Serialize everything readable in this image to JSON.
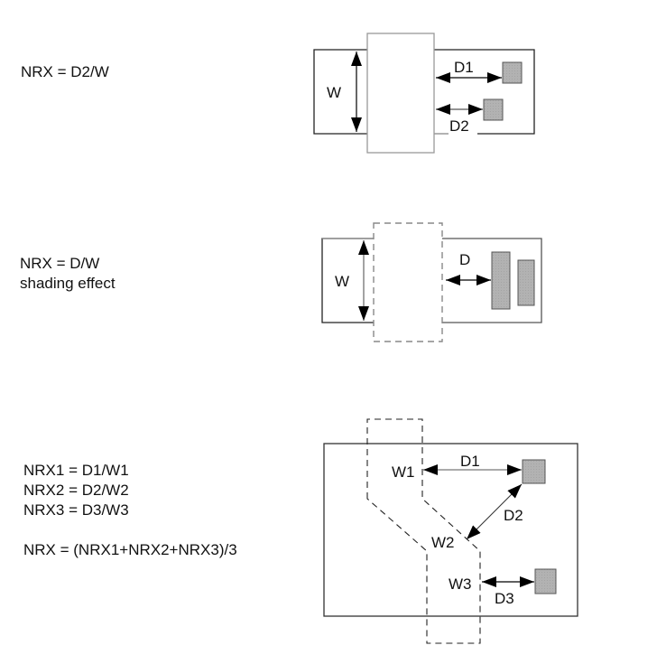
{
  "sections": [
    {
      "id": "basic",
      "formulas": [
        "NRX = D2/W"
      ],
      "labels": {
        "w": "W",
        "d1": "D1",
        "d2": "D2"
      }
    },
    {
      "id": "shading",
      "formulas": [
        "NRX = D/W",
        "shading effect"
      ],
      "labels": {
        "w": "W",
        "d": "D"
      }
    },
    {
      "id": "bent",
      "formulas": [
        "NRX1 = D1/W1",
        "NRX2 = D2/W2",
        "NRX3 = D3/W3",
        "",
        "NRX = (NRX1+NRX2+NRX3)/3"
      ],
      "labels": {
        "w1": "W1",
        "w2": "W2",
        "w3": "W3",
        "d1": "D1",
        "d2": "D2",
        "d3": "D3"
      }
    }
  ],
  "colors": {
    "outline": "#111111",
    "gate_outline": "#8a8a8a",
    "contact_fill": "#b0b0b0",
    "contact_stroke": "#555555"
  }
}
